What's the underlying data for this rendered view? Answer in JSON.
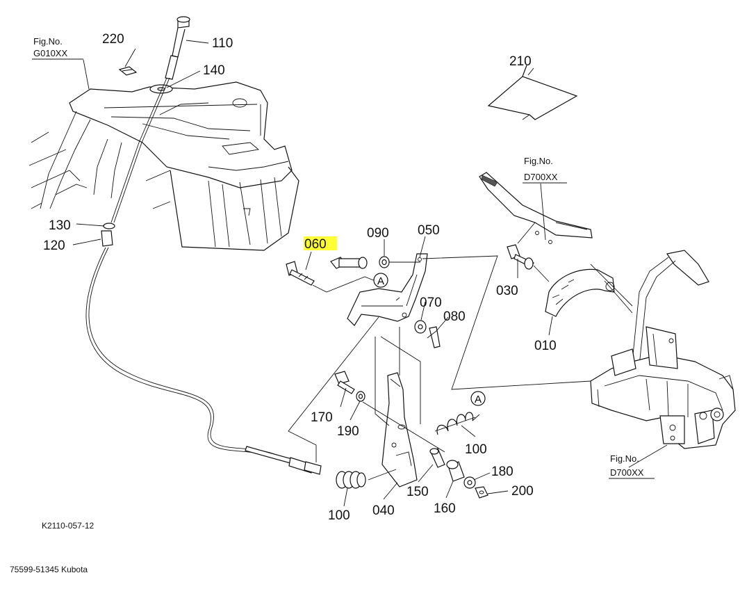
{
  "diagram_code": "K2110-057-12",
  "footer_text": "75599-51345 Kubota",
  "highlight_color": "#ffff33",
  "figure_refs": [
    {
      "id": "fig-top",
      "line1": "Fig.No.",
      "line2": "G010XX"
    },
    {
      "id": "fig-mid",
      "line1": "Fig.No.",
      "line2": "D700XX"
    },
    {
      "id": "fig-low",
      "line1": "Fig.No.",
      "line2": "D700XX"
    }
  ],
  "callouts": {
    "c010": "010",
    "c030": "030",
    "c040": "040",
    "c050": "050",
    "c060": "060",
    "c070": "070",
    "c080": "080",
    "c090": "090",
    "c100a": "100",
    "c100b": "100",
    "c110": "110",
    "c120": "120",
    "c130": "130",
    "c140": "140",
    "c150": "150",
    "c160": "160",
    "c170": "170",
    "c180": "180",
    "c190": "190",
    "c200": "200",
    "c210": "210",
    "c220": "220"
  },
  "ref_markers": {
    "a1": "A",
    "a2": "A"
  },
  "highlighted_part": "060"
}
